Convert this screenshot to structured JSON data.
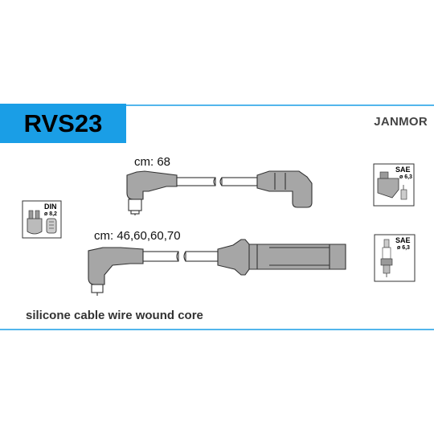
{
  "product": {
    "code": "RVS23",
    "brand": "JANMOR",
    "description": "silicone cable wire wound core"
  },
  "cables": [
    {
      "length_label": "cm: 68"
    },
    {
      "length_label": "cm: 46,60,60,70"
    }
  ],
  "connectors": {
    "distributor": {
      "standard": "DIN",
      "diameter": "ø 8,2"
    },
    "coil": {
      "standard": "SAE",
      "diameter": "ø 6,3"
    },
    "plug": {
      "standard": "SAE",
      "diameter": "ø 6,3"
    }
  },
  "colors": {
    "accent": "#1a9ee6",
    "line": "#555555"
  }
}
